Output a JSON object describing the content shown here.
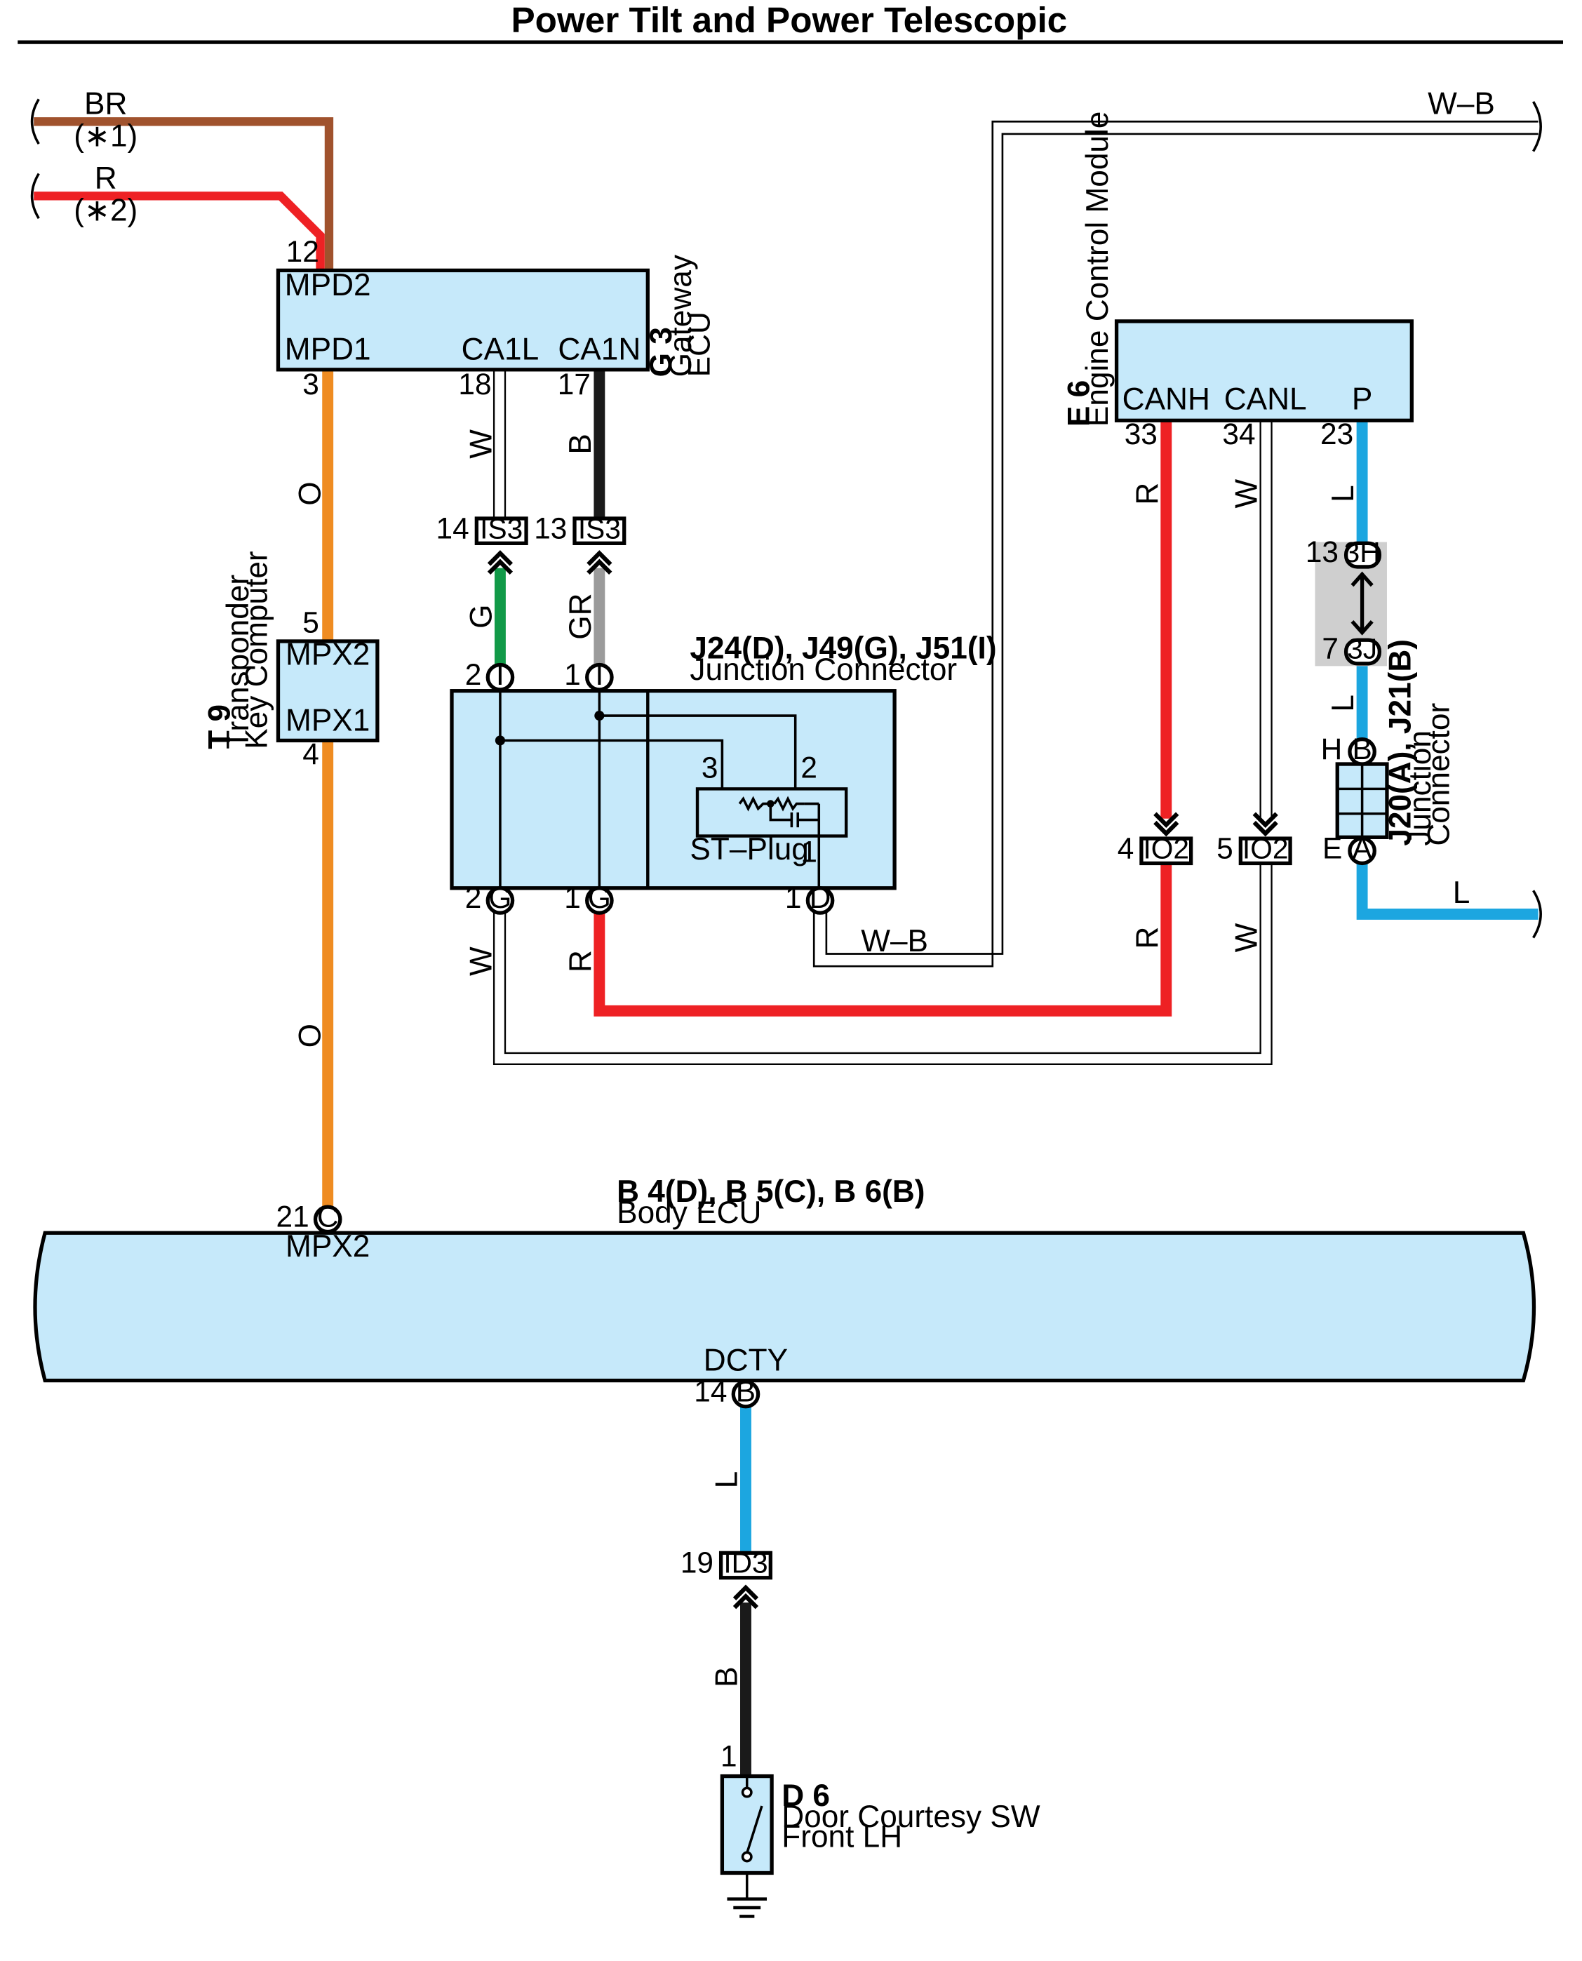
{
  "title": "Power Tilt and Power Telescopic",
  "colors": {
    "BR": "#a0522d",
    "R": "#ee2124",
    "O": "#ef8c22",
    "B": "#1a1a1a",
    "G": "#119a48",
    "GR": "#9b9b9b",
    "L": "#1ca6e0",
    "W": "#ffffff",
    "box_fill": "#c6e9fa"
  },
  "wires": {
    "top_left_br": {
      "code": "BR",
      "note": "(∗1)"
    },
    "top_left_r": {
      "code": "R",
      "note": "(∗2)"
    },
    "top_right_wb": "W–B",
    "o_upper": "O",
    "o_lower": "O",
    "ca1l_w": "W",
    "ca1n_b": "B",
    "is3_g": "G",
    "is3_gr": "GR",
    "jc_g2_w": "W",
    "jc_g1_r": "R",
    "jc_d1_wb": "W–B",
    "canh_r_upper": "R",
    "canh_r_lower": "R",
    "canl_w_upper": "W",
    "canl_w_lower": "W",
    "p_l_upper": "L",
    "p_l_mid": "L",
    "p_l_right": "L",
    "dcty_l": "L",
    "d6_b": "B"
  },
  "components": {
    "gateway": {
      "code": "G 3",
      "name_line1": "Gateway",
      "name_line2": "ECU",
      "terminals": {
        "mpd2": "MPD2",
        "mpd1": "MPD1",
        "ca1l": "CA1L",
        "ca1n": "CA1N"
      },
      "pins": {
        "mpd2": "12",
        "mpd1": "3",
        "ca1l": "18",
        "ca1n": "17"
      }
    },
    "ecm": {
      "code": "E 6",
      "name": "Engine Control Module",
      "terminals": {
        "canh": "CANH",
        "canl": "CANL",
        "p": "P"
      },
      "pins": {
        "canh": "33",
        "canl": "34",
        "p": "23"
      }
    },
    "transponder": {
      "code": "T 9",
      "name_line1": "Transponder",
      "name_line2": "Key Computer",
      "terminals": {
        "mpx2": "MPX2",
        "mpx1": "MPX1"
      },
      "pins": {
        "mpx2": "5",
        "mpx1": "4"
      }
    },
    "junction_connector": {
      "code": "J24(D), J49(G), J51(I)",
      "name": "Junction Connector",
      "top_pins": [
        {
          "pin": "2",
          "conn": "I"
        },
        {
          "pin": "1",
          "conn": "I"
        }
      ],
      "bottom_pins": [
        {
          "pin": "2",
          "conn": "G"
        },
        {
          "pin": "1",
          "conn": "G"
        },
        {
          "pin": "1",
          "conn": "D"
        }
      ],
      "st_plug": {
        "label": "ST–Plug",
        "pin3": "3",
        "pin2": "2",
        "pin1": "1"
      }
    },
    "j20_j21": {
      "code": "J20(A), J21(B)",
      "name_line1": "Junction",
      "name_line2": "Connector",
      "top": {
        "side": "H",
        "conn": "B"
      },
      "bottom": {
        "side": "E",
        "conn": "A"
      }
    },
    "body_ecu": {
      "code": "B 4(D), B 5(C), B 6(B)",
      "name": "Body ECU",
      "mpx2": {
        "terminal": "MPX2",
        "pin": "21",
        "conn": "C"
      },
      "dcty": {
        "terminal": "DCTY",
        "pin": "14",
        "conn": "B"
      }
    },
    "door_sw": {
      "code": "D 6",
      "name_line1": "Door Courtesy SW",
      "name_line2": "Front LH",
      "pin": "1"
    }
  },
  "connectors": {
    "is3_g": {
      "pin": "14",
      "name": "IS3"
    },
    "is3_b": {
      "pin": "13",
      "name": "IS3"
    },
    "io2_r": {
      "pin": "4",
      "name": "IO2"
    },
    "io2_w": {
      "pin": "5",
      "name": "IO2"
    },
    "c3h": {
      "pin": "13",
      "name": "3H"
    },
    "c3j": {
      "pin": "7",
      "name": "3J"
    },
    "id3": {
      "pin": "19",
      "name": "ID3"
    }
  }
}
